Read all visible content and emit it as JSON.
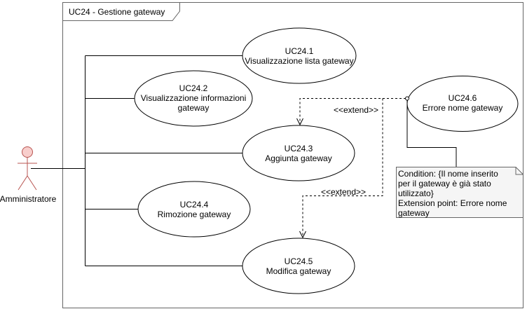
{
  "system_boundary": {
    "title": "UC24 - Gestione gateway"
  },
  "actor": {
    "name": "Amministratore"
  },
  "use_cases": [
    {
      "id": "uc24_1",
      "lines": [
        "UC24.1",
        "Visualizzazione lista gateway"
      ]
    },
    {
      "id": "uc24_2",
      "lines": [
        "UC24.2",
        "Visualizzazione informazioni",
        "gateway"
      ]
    },
    {
      "id": "uc24_3",
      "lines": [
        "UC24.3",
        "Aggiunta gateway"
      ]
    },
    {
      "id": "uc24_4",
      "lines": [
        "UC24.4",
        "Rimozione gateway"
      ]
    },
    {
      "id": "uc24_5",
      "lines": [
        "UC24.5",
        "Modifica gateway"
      ]
    },
    {
      "id": "uc24_6",
      "lines": [
        "UC24.6",
        "Errore nome gateway"
      ]
    }
  ],
  "relations": [
    {
      "type": "extend",
      "label": "<<extend>>",
      "from": "uc24_6",
      "to": "uc24_3"
    },
    {
      "type": "extend",
      "label": "<<extend>>",
      "from": "uc24_6",
      "to": "uc24_5"
    }
  ],
  "note": {
    "lines": [
      "Condition: {Il nome inserito",
      "per il gateway è già stato",
      "utilizzato}",
      "Extension point: Errore nome",
      "gateway"
    ]
  },
  "colors": {
    "actor_fill": "#f8cecc",
    "actor_stroke": "#b85450",
    "note_fill": "#f5f5f5",
    "note_stroke": "#666666",
    "line": "#000000",
    "boundary_stroke": "#666666"
  }
}
